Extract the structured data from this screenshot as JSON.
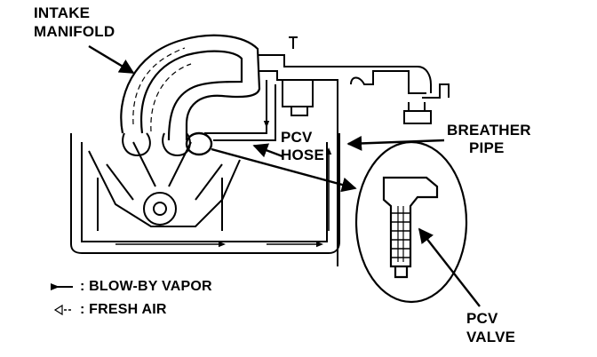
{
  "labels": {
    "intake_manifold_line1": "INTAKE",
    "intake_manifold_line2": "MANIFOLD",
    "pcv_hose_line1": "PCV",
    "pcv_hose_line2": "HOSE",
    "breather_pipe_line1": "BREATHER",
    "breather_pipe_line2": "PIPE",
    "pcv_valve_line1": "PCV",
    "pcv_valve_line2": "VALVE"
  },
  "legend": {
    "blow_by_vapor": ": BLOW-BY VAPOR",
    "fresh_air": ": FRESH AIR"
  },
  "colors": {
    "ink": "#000000",
    "paper": "#ffffff"
  }
}
